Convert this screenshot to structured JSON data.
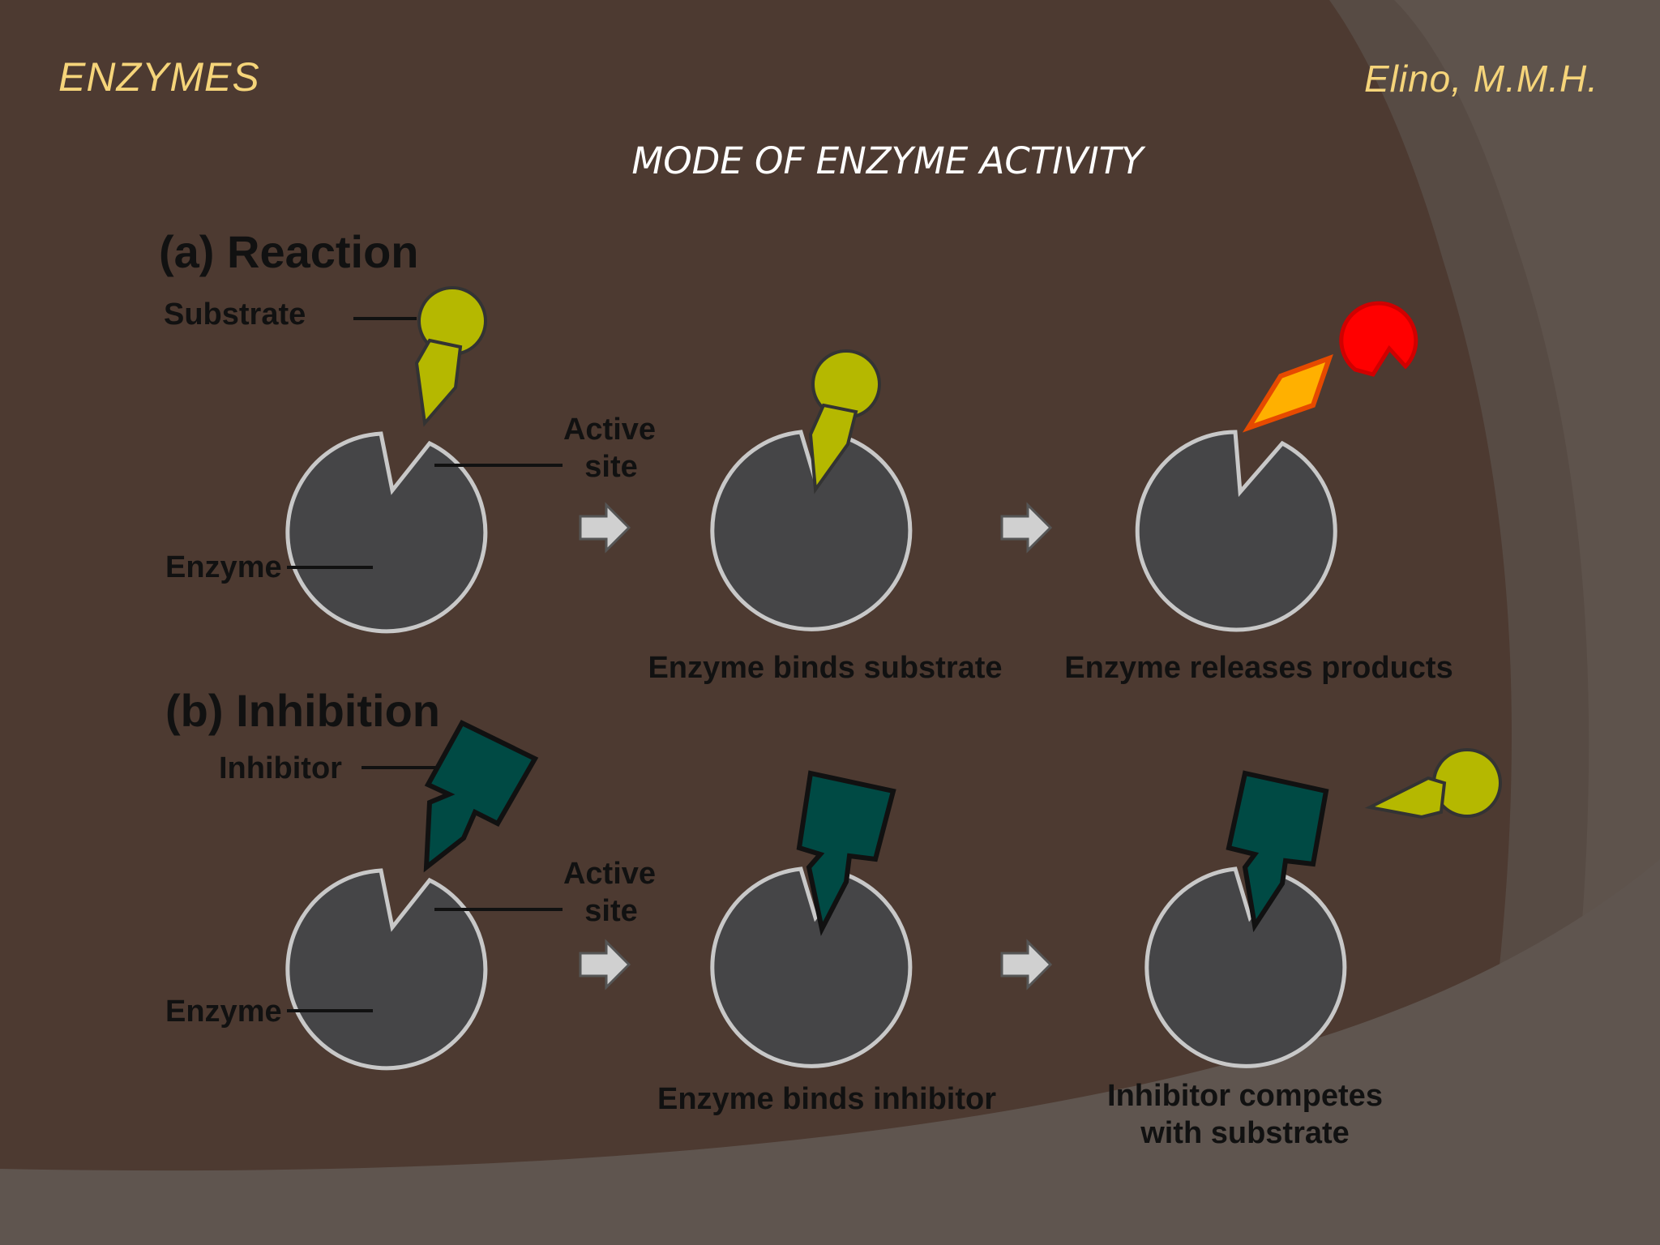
{
  "header": {
    "title_left": "ENZYMES",
    "title_right": "Elino, M.M.H.",
    "subtitle": "MODE OF ENZYME ACTIVITY"
  },
  "colors": {
    "background": "#4d3a31",
    "header_text": "#f5d47a",
    "enzyme": "#454547",
    "substrate": "#b5b800",
    "inhibitor": "#004a44",
    "product_orange": "#ffb000",
    "product_red": "#ff0000"
  },
  "diagram": {
    "reaction": {
      "heading": "(a) Reaction",
      "substrate_label": "Substrate",
      "active_site_label_1": "Active",
      "active_site_label_2": "site",
      "enzyme_label": "Enzyme",
      "caption_1": "Enzyme binds substrate",
      "caption_2": "Enzyme releases products"
    },
    "inhibition": {
      "heading": "(b) Inhibition",
      "inhibitor_label": "Inhibitor",
      "active_site_label_1": "Active",
      "active_site_label_2": "site",
      "enzyme_label": "Enzyme",
      "caption_1": "Enzyme binds inhibitor",
      "caption_2a": "Inhibitor competes",
      "caption_2b": "with substrate"
    }
  }
}
